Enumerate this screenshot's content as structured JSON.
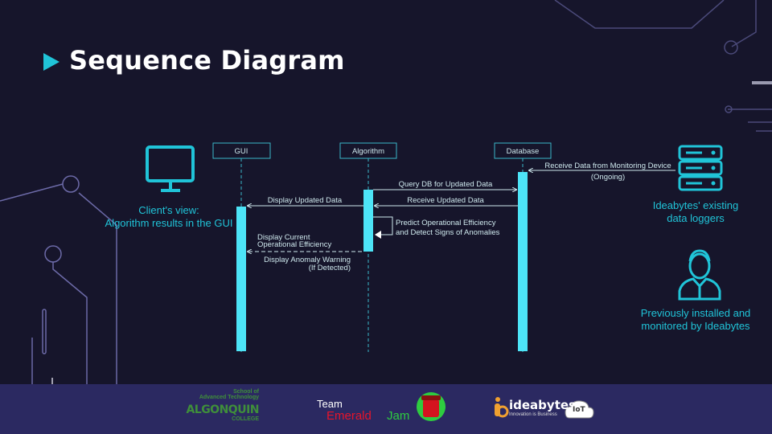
{
  "slide": {
    "title": "Sequence Diagram"
  },
  "left_caption": {
    "line1": "Client's view:",
    "line2": "Algorithm results in the GUI"
  },
  "right_top_caption": {
    "line1": "Ideabytes' existing",
    "line2": "data loggers"
  },
  "right_bottom_caption": {
    "line1": "Previously installed and",
    "line2": "monitored by Ideabytes"
  },
  "diagram": {
    "participants": [
      {
        "label": "GUI"
      },
      {
        "label": "Algorithm"
      },
      {
        "label": "Database"
      }
    ],
    "messages": {
      "receive_from_device": "Receive Data from Monitoring Device",
      "ongoing": "(Ongoing)",
      "query_db": "Query DB for Updated Data",
      "display_updated": "Display Updated Data",
      "receive_updated": "Receive Updated Data",
      "predict_line1": "Predict Operational Efficiency",
      "predict_line2": "and Detect Signs of Anomalies",
      "display_current_line1": "Display Current",
      "display_current_line2": "Operational Efficiency",
      "display_warning_line1": "Display Anomaly Warning",
      "display_warning_line2": "(If Detected)"
    }
  },
  "icons": {
    "monitor": "monitor-icon",
    "server": "server-icon",
    "person": "user-icon"
  },
  "footer": {
    "algonquin_line1": "School of",
    "algonquin_line2": "Advanced Technology",
    "algonquin_name": "ALGONQUIN",
    "algonquin_college": "COLLEGE",
    "team_label": "Team",
    "team_emerald": "Emerald",
    "team_jam": "Jam",
    "ideabytes_name": "ideabytes",
    "ideabytes_tagline": "Innovation is Business",
    "iot_label": "IoT"
  },
  "colors": {
    "background": "#16152b",
    "accent": "#20c4d8",
    "activation": "#4de4f7",
    "footer": "#2b2961",
    "decor": "#6c6aa8"
  }
}
